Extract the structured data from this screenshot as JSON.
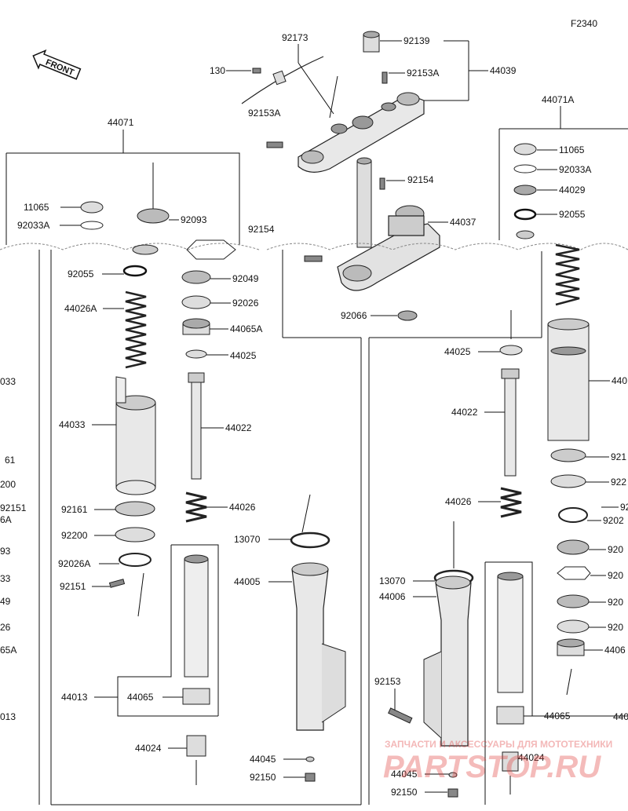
{
  "diagram_code": "F2340",
  "front_label": "FRONT",
  "labels": {
    "p44071": "44071",
    "p44071A": "44071A",
    "p92173": "92173",
    "p92139": "92139",
    "p44039": "44039",
    "p130": "130",
    "p92153A_a": "92153A",
    "p92153A_b": "92153A",
    "p92154_a": "92154",
    "p92154_b": "92154",
    "p44037": "44037",
    "p92066": "92066",
    "l11065": "11065",
    "l92033A": "92033A",
    "l92093": "92093",
    "l92055": "92055",
    "l92049": "92049",
    "l92026": "92026",
    "l44026A": "44026A",
    "l44065A": "44065A",
    "l44025": "44025",
    "l44033": "44033",
    "l44022": "44022",
    "l92161": "92161",
    "l44026": "44026",
    "l92200": "92200",
    "l92026A": "92026A",
    "l92151": "92151",
    "l13070": "13070",
    "l44005": "44005",
    "l44013": "44013",
    "l44065": "44065",
    "l44024": "44024",
    "l44045": "44045",
    "l92150": "92150",
    "r11065": "11065",
    "r92033A": "92033A",
    "r44029": "44029",
    "r92055": "92055",
    "r44025": "44025",
    "r44022": "44022",
    "r44026": "44026",
    "r13070": "13070",
    "r44006": "44006",
    "r92153": "92153",
    "r44065": "44065",
    "r44024": "44024",
    "r44045": "44045",
    "r92150": "92150",
    "rc_440": "440",
    "rc_921": "921",
    "rc_922": "922",
    "rc_92": "92",
    "rc_9202": "9202",
    "rc_920a": "920",
    "rc_920b": "920",
    "rc_920c": "920",
    "rc_920d": "920",
    "rc_4406": "4406",
    "rc_440b": "440",
    "lc_033": "033",
    "lc_61": "61",
    "lc_200": "200",
    "lc_92151": "92151",
    "lc_6A": "6A",
    "lc_93": "93",
    "lc_33": "33",
    "lc_49": "49",
    "lc_26": "26",
    "lc_65A": "65A",
    "lc_013": "013"
  },
  "watermark": {
    "line1": "ЗАПЧАСТИ И АКСЕССУАРЫ ДЛЯ МОТОТЕХНИКИ",
    "line2": "PARTSTOP.RU"
  }
}
